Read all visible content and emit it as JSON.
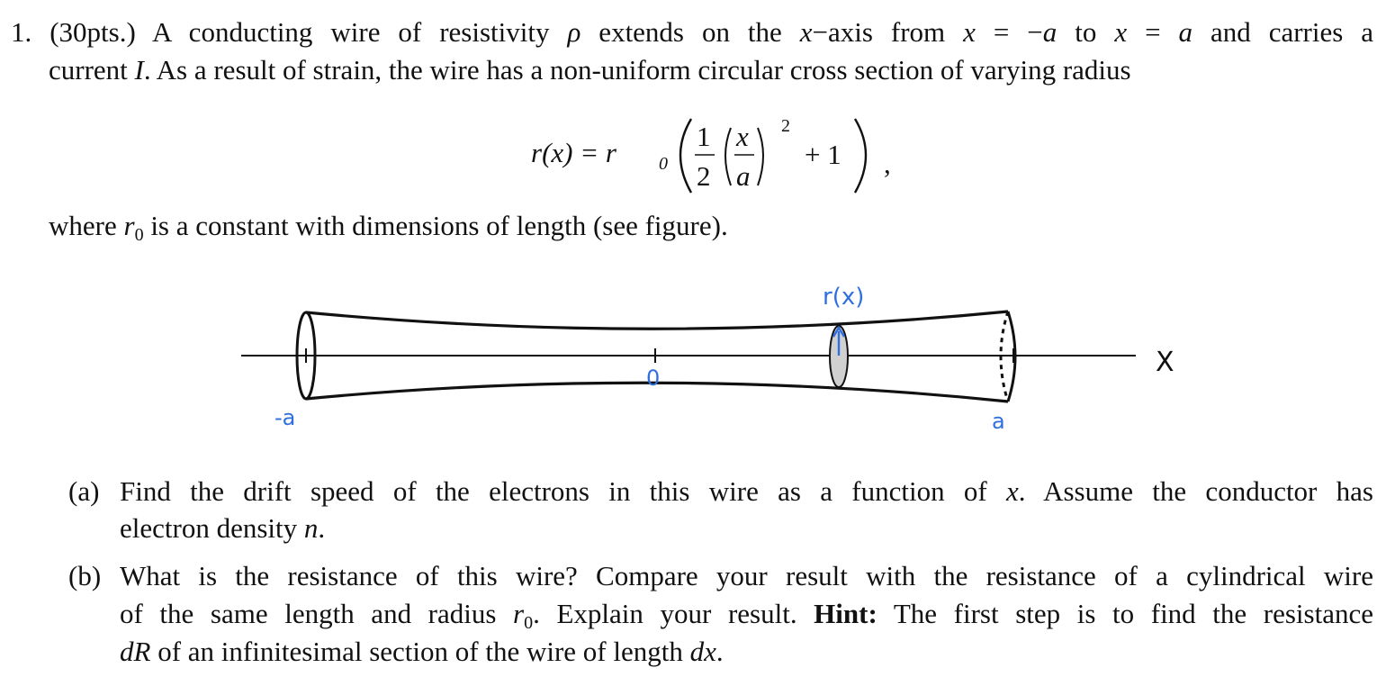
{
  "problem": {
    "number": "1.",
    "points": "(30pts.)",
    "intro": {
      "s1": " A conducting wire of resistivity ",
      "rho": "ρ",
      "s2": " extends on the ",
      "xaxis": "x",
      "s3": "−axis from ",
      "x1": "x",
      "s4": " = −",
      "a1": "a",
      "s5": " to ",
      "x2": "x",
      "s6": " = ",
      "a2": "a",
      "s7": " and carries a",
      "line2a": "current ",
      "I": "I",
      "line2b": ". As a result of strain, the wire has a non-uniform circular cross section of varying radius"
    },
    "equation": {
      "lhs": "r(x) = r",
      "lhs_sub": "0",
      "frac1_num": "1",
      "frac1_den": "2",
      "frac2_num": "x",
      "frac2_den": "a",
      "exponent": "2",
      "plus_one": "+ 1",
      "comma": ","
    },
    "where": {
      "t1": "where ",
      "r0": "r",
      "r0_sub": "0",
      "t2": " is a constant with dimensions of length (see figure)."
    }
  },
  "figure": {
    "label_rx": "r(x)",
    "label_neg_a": "-a",
    "label_zero": "0",
    "label_a": "a",
    "label_x": "X",
    "annotation_color": "#2f6fe0",
    "shade_color": "#d0d0d0"
  },
  "parts": {
    "a": {
      "label": "(a)",
      "l1": "Find the drift speed of the electrons in this wire as a function of ",
      "l1_var": "x",
      "l1_end": ". Assume the conductor has",
      "l2": "electron density ",
      "l2_var": "n",
      "l2_end": "."
    },
    "b": {
      "label": "(b)",
      "l1": "What is the resistance of this wire? Compare your result with the resistance of a cylindrical wire",
      "l2a": "of the same length and radius ",
      "l2_r": "r",
      "l2_sub": "0",
      "l2b": ". Explain your result. ",
      "hint": "Hint:",
      "l2c": " The first step is to find the resistance",
      "l3_dR": "dR",
      "l3a": " of an infinitesimal section of the wire of length ",
      "l3_dx": "dx",
      "l3_end": "."
    }
  }
}
